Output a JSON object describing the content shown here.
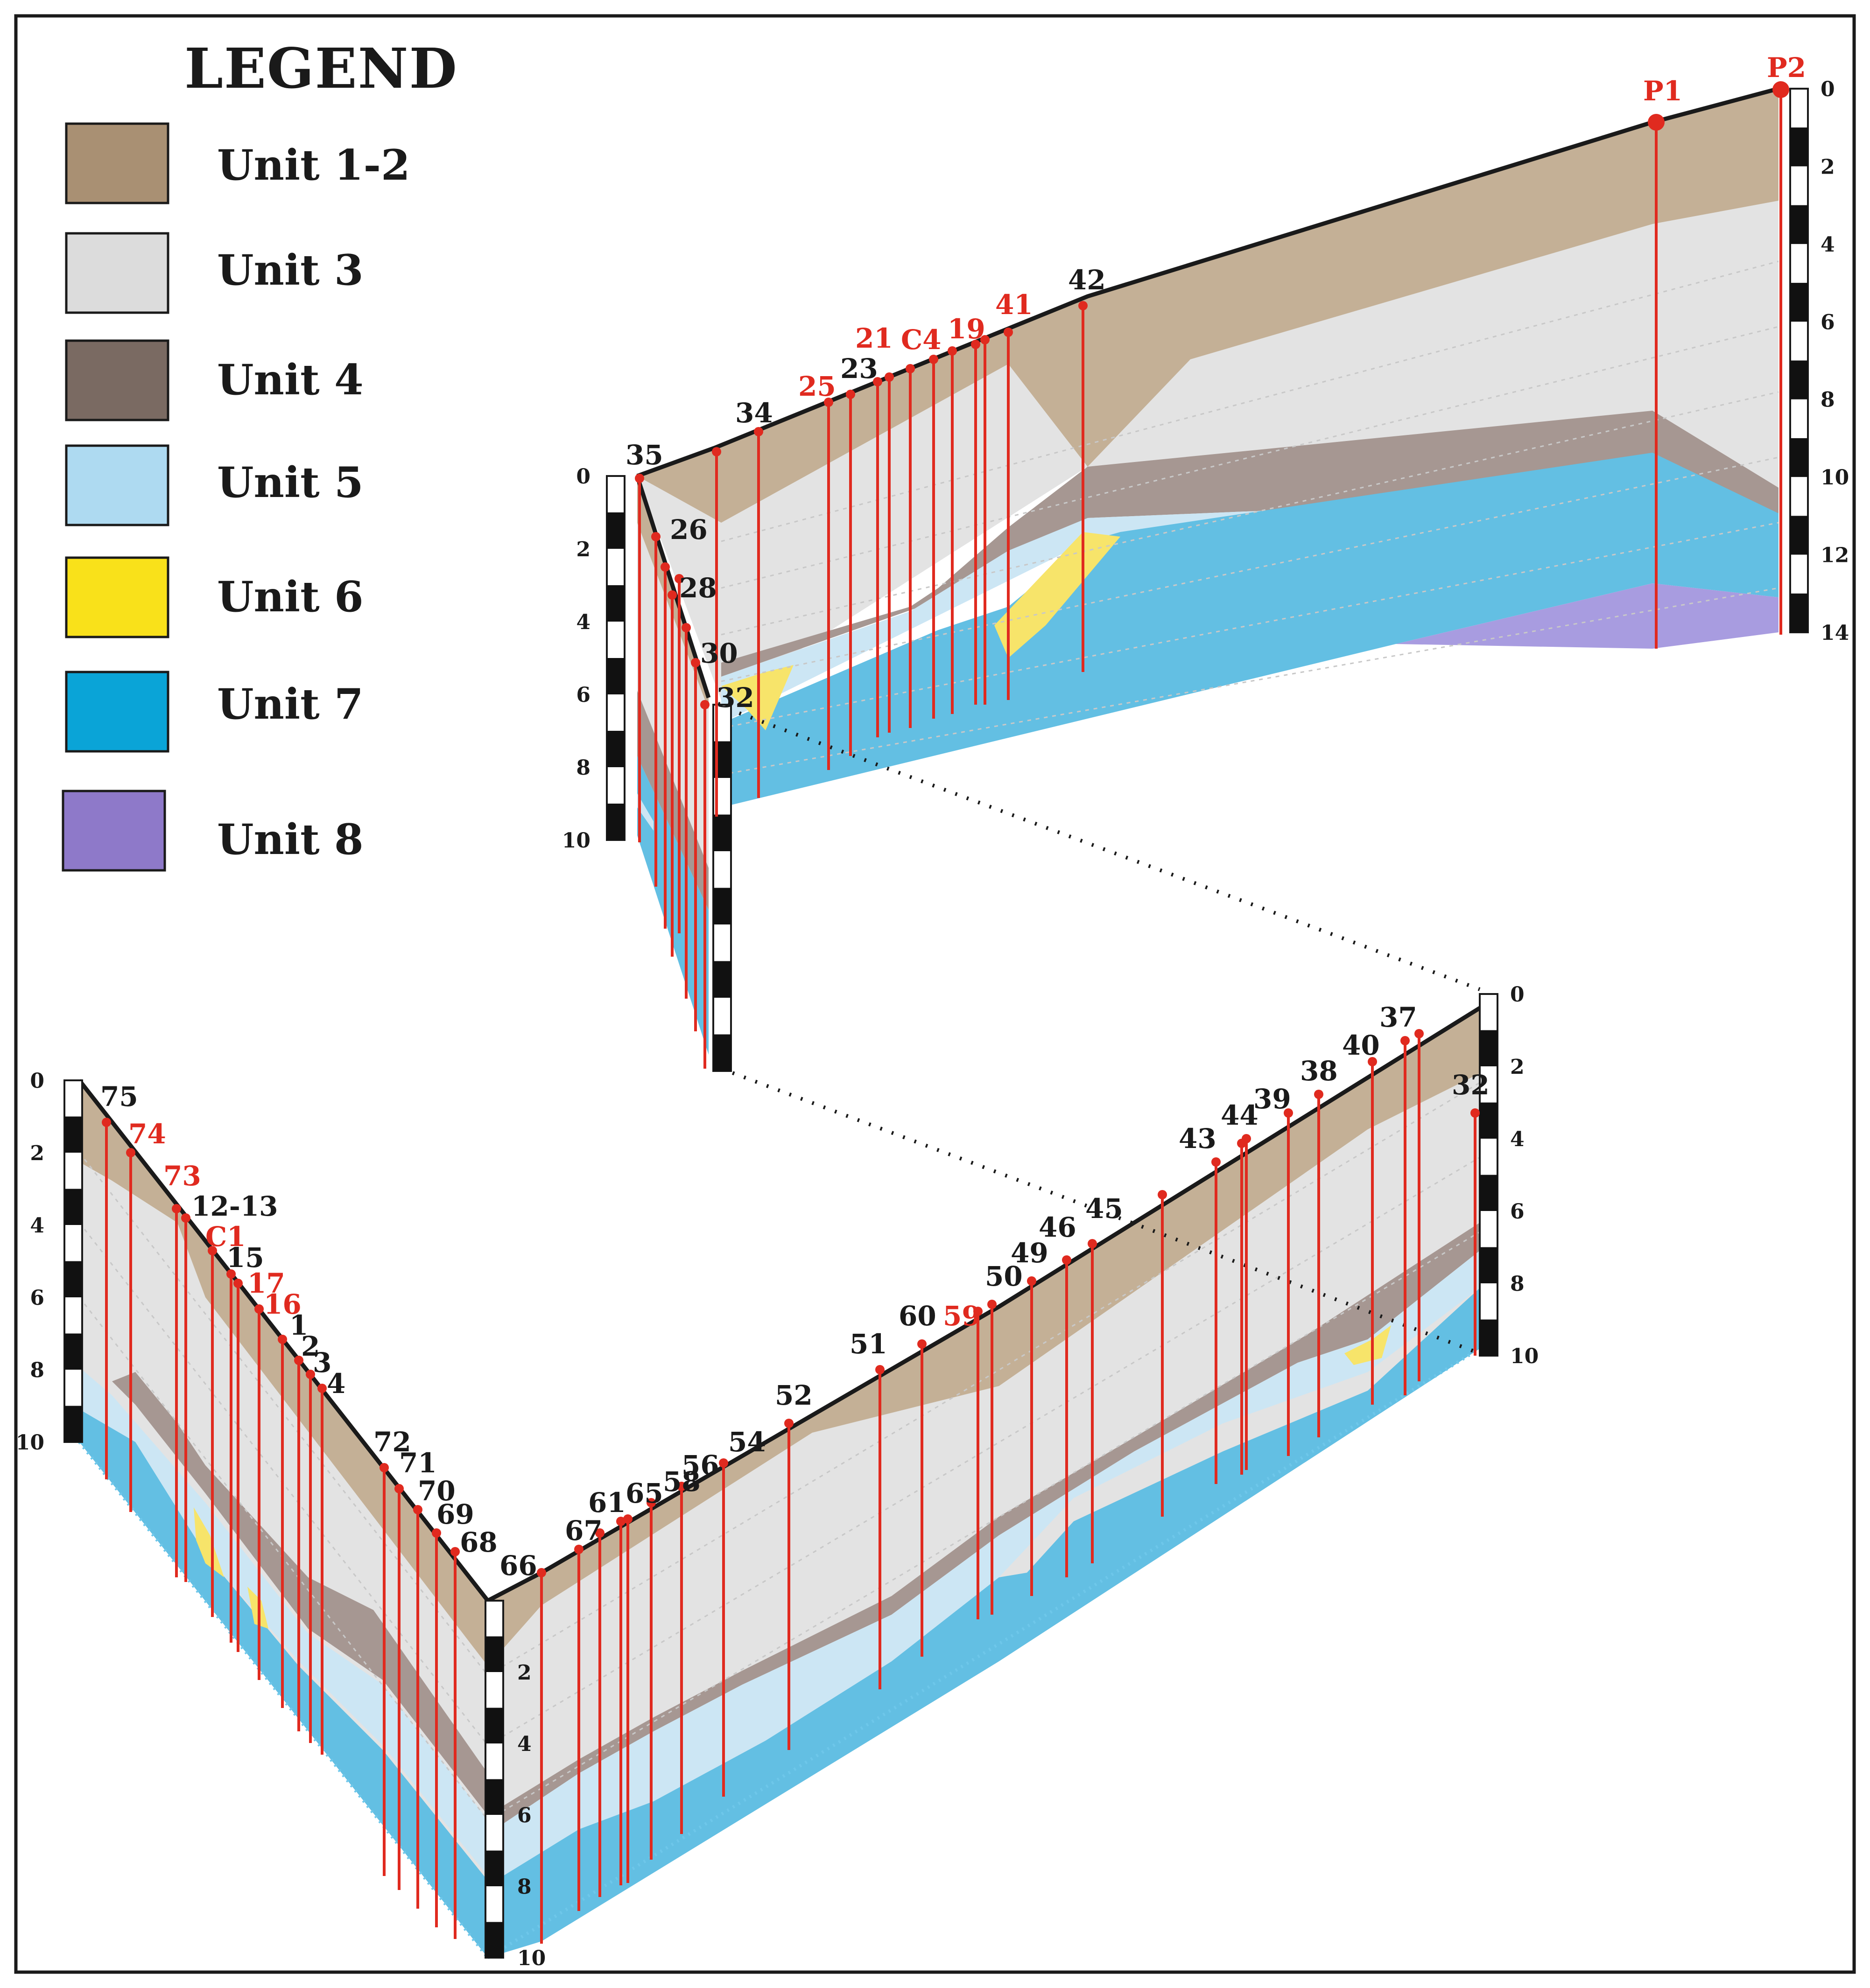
{
  "legend": {
    "title": "LEGEND",
    "items": [
      {
        "label": "Unit 1-2",
        "color": "#a99073"
      },
      {
        "label": "Unit 3",
        "color": "#dcdcdc"
      },
      {
        "label": "Unit 4",
        "color": "#7a6a62"
      },
      {
        "label": "Unit 5",
        "color": "#aedaf1"
      },
      {
        "label": "Unit 6",
        "color": "#f9e11a"
      },
      {
        "label": "Unit 7",
        "color": "#0aa4d7"
      },
      {
        "label": "Unit 8",
        "color": "#8e79c9"
      }
    ]
  },
  "colors": {
    "unit12": "#c4b096",
    "unit3": "#e3e3e3",
    "unit4": "#a69792",
    "unit5": "#cce6f4",
    "unit6": "#f7e46a",
    "unit7": "#63bfe3",
    "unit8": "#a89ce0",
    "borehole": "#e02a1f",
    "label_red": "#e02a1f",
    "label_black": "#1a1a1a"
  },
  "depth_scales": [
    {
      "id": "upper-left",
      "ticks": [
        "0",
        "2",
        "4",
        "6",
        "8",
        "10"
      ]
    },
    {
      "id": "upper-right",
      "ticks": [
        "0",
        "2",
        "4",
        "6",
        "8",
        "10",
        "12",
        "14"
      ]
    },
    {
      "id": "lower-left",
      "ticks": [
        "0",
        "2",
        "4",
        "6",
        "8",
        "10"
      ]
    },
    {
      "id": "lower-middle",
      "ticks": [
        "2",
        "4",
        "6",
        "8",
        "10"
      ]
    },
    {
      "id": "lower-right",
      "ticks": [
        "0",
        "2",
        "4",
        "6",
        "8",
        "10"
      ]
    }
  ],
  "boreholes_upper": [
    {
      "label": "35",
      "color": "black"
    },
    {
      "label": "26",
      "color": "black"
    },
    {
      "label": "28",
      "color": "black"
    },
    {
      "label": "30",
      "color": "black"
    },
    {
      "label": "32",
      "color": "black"
    },
    {
      "label": "34",
      "color": "black"
    },
    {
      "label": "25",
      "color": "red"
    },
    {
      "label": "23",
      "color": "black"
    },
    {
      "label": "21",
      "color": "red"
    },
    {
      "label": "C4",
      "color": "red"
    },
    {
      "label": "19",
      "color": "red"
    },
    {
      "label": "41",
      "color": "red"
    },
    {
      "label": "42",
      "color": "black"
    },
    {
      "label": "P1",
      "color": "red"
    },
    {
      "label": "P2",
      "color": "red"
    }
  ],
  "boreholes_lower": [
    {
      "label": "75",
      "color": "black"
    },
    {
      "label": "74",
      "color": "red"
    },
    {
      "label": "73",
      "color": "red"
    },
    {
      "label": "12-13",
      "color": "black"
    },
    {
      "label": "C1",
      "color": "red"
    },
    {
      "label": "15",
      "color": "black"
    },
    {
      "label": "17",
      "color": "red"
    },
    {
      "label": "16",
      "color": "red"
    },
    {
      "label": "1",
      "color": "black"
    },
    {
      "label": "2",
      "color": "black"
    },
    {
      "label": "3",
      "color": "black"
    },
    {
      "label": "4",
      "color": "black"
    },
    {
      "label": "72",
      "color": "black"
    },
    {
      "label": "71",
      "color": "black"
    },
    {
      "label": "70",
      "color": "black"
    },
    {
      "label": "69",
      "color": "black"
    },
    {
      "label": "68",
      "color": "black"
    },
    {
      "label": "66",
      "color": "black"
    },
    {
      "label": "67",
      "color": "black"
    },
    {
      "label": "61",
      "color": "black"
    },
    {
      "label": "65",
      "color": "black"
    },
    {
      "label": "58",
      "color": "black"
    },
    {
      "label": "56",
      "color": "black"
    },
    {
      "label": "54",
      "color": "black"
    },
    {
      "label": "52",
      "color": "black"
    },
    {
      "label": "51",
      "color": "black"
    },
    {
      "label": "60",
      "color": "black"
    },
    {
      "label": "59",
      "color": "red"
    },
    {
      "label": "50",
      "color": "black"
    },
    {
      "label": "49",
      "color": "black"
    },
    {
      "label": "46",
      "color": "black"
    },
    {
      "label": "45",
      "color": "black"
    },
    {
      "label": "43",
      "color": "black"
    },
    {
      "label": "44",
      "color": "black"
    },
    {
      "label": "39",
      "color": "black"
    },
    {
      "label": "38",
      "color": "black"
    },
    {
      "label": "40",
      "color": "black"
    },
    {
      "label": "37",
      "color": "black"
    },
    {
      "label": "32",
      "color": "black"
    }
  ]
}
